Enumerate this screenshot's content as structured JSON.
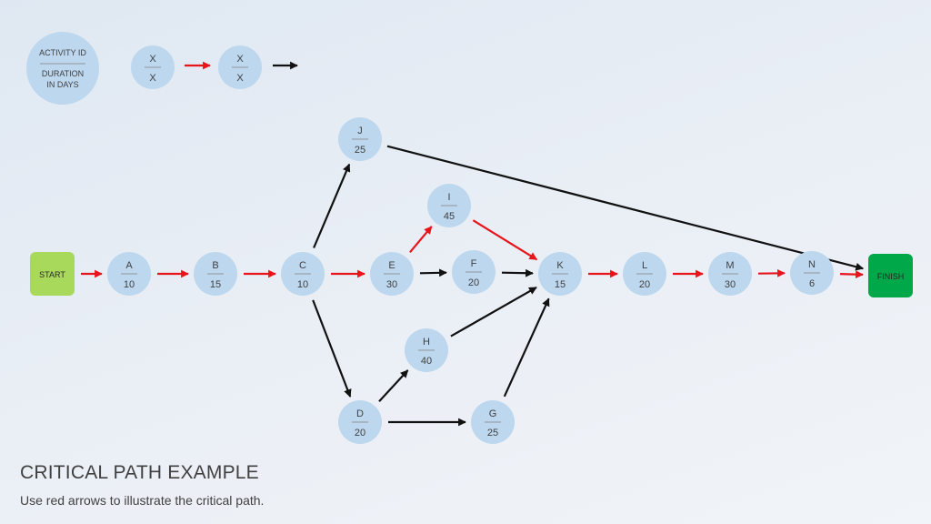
{
  "title": "CRITICAL PATH EXAMPLE",
  "subtitle": "Use red arrows to illustrate the critical path.",
  "colors": {
    "node_fill": "#bdd7ee",
    "critical_arrow": "#e8141c",
    "normal_arrow": "#111111",
    "start_fill": "#a9d95a",
    "finish_fill": "#00a849"
  },
  "legend": {
    "activity_id_label": "ACTIVITY ID",
    "duration_label_line1": "DURATION",
    "duration_label_line2": "IN DAYS",
    "example_nodes": [
      {
        "id": "X",
        "duration": "X"
      },
      {
        "id": "X",
        "duration": "X"
      }
    ]
  },
  "start_label": "START",
  "finish_label": "FINISH",
  "nodes": [
    {
      "key": "A",
      "id": "A",
      "duration": "10"
    },
    {
      "key": "B",
      "id": "B",
      "duration": "15"
    },
    {
      "key": "C",
      "id": "C",
      "duration": "10"
    },
    {
      "key": "D",
      "id": "D",
      "duration": "20"
    },
    {
      "key": "E",
      "id": "E",
      "duration": "30"
    },
    {
      "key": "F",
      "id": "F",
      "duration": "20"
    },
    {
      "key": "G",
      "id": "G",
      "duration": "25"
    },
    {
      "key": "H",
      "id": "H",
      "duration": "40"
    },
    {
      "key": "I",
      "id": "I",
      "duration": "45"
    },
    {
      "key": "J",
      "id": "J",
      "duration": "25"
    },
    {
      "key": "K",
      "id": "K",
      "duration": "15"
    },
    {
      "key": "L",
      "id": "L",
      "duration": "20"
    },
    {
      "key": "M",
      "id": "M",
      "duration": "30"
    },
    {
      "key": "N",
      "id": "N",
      "duration": "6"
    }
  ],
  "edges": [
    {
      "from": "START",
      "to": "A",
      "critical": true
    },
    {
      "from": "A",
      "to": "B",
      "critical": true
    },
    {
      "from": "B",
      "to": "C",
      "critical": true
    },
    {
      "from": "C",
      "to": "E",
      "critical": true
    },
    {
      "from": "C",
      "to": "J",
      "critical": false
    },
    {
      "from": "C",
      "to": "D",
      "critical": false
    },
    {
      "from": "E",
      "to": "I",
      "critical": true
    },
    {
      "from": "E",
      "to": "F",
      "critical": false
    },
    {
      "from": "I",
      "to": "K",
      "critical": true
    },
    {
      "from": "F",
      "to": "K",
      "critical": false
    },
    {
      "from": "D",
      "to": "H",
      "critical": false
    },
    {
      "from": "D",
      "to": "G",
      "critical": false
    },
    {
      "from": "H",
      "to": "K",
      "critical": false
    },
    {
      "from": "G",
      "to": "K",
      "critical": false
    },
    {
      "from": "J",
      "to": "FINISH",
      "critical": false
    },
    {
      "from": "K",
      "to": "L",
      "critical": true
    },
    {
      "from": "L",
      "to": "M",
      "critical": true
    },
    {
      "from": "M",
      "to": "N",
      "critical": true
    },
    {
      "from": "N",
      "to": "FINISH",
      "critical": true
    }
  ]
}
